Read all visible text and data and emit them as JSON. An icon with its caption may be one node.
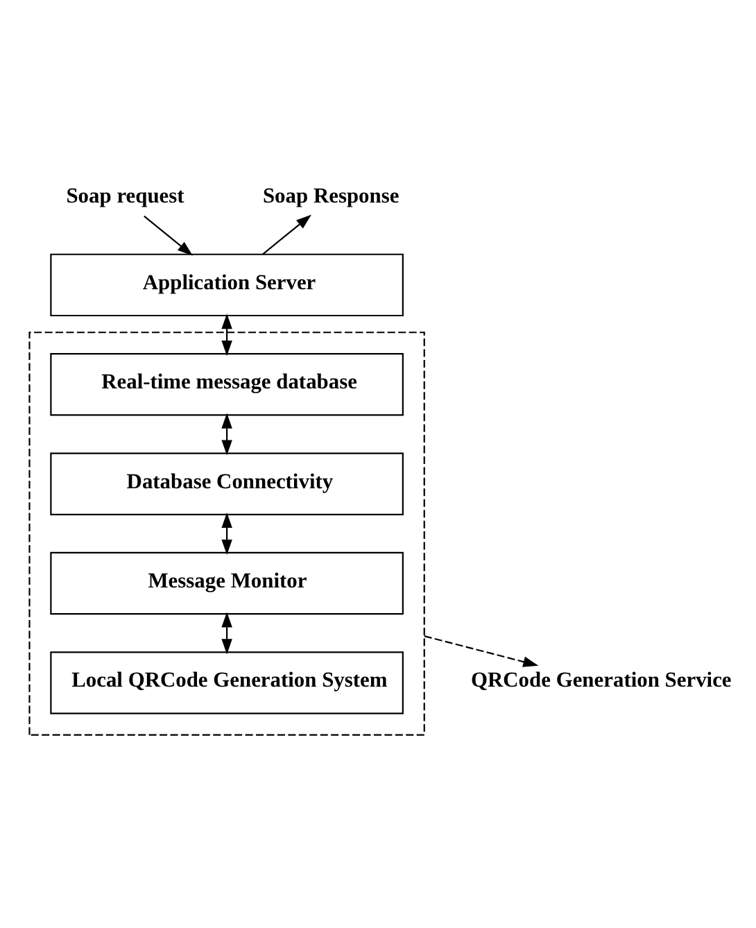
{
  "diagram": {
    "nodes": [
      {
        "text": [
          "Soap request"
        ]
      },
      {
        "text": [
          "Soap Response"
        ]
      },
      {
        "text": [
          "Application Server"
        ]
      },
      {
        "text": [],
        "shape": "box"
      },
      {
        "text": [
          "Real-time message database"
        ],
        "in": 3
      },
      {
        "text": [
          "Database Connectivity"
        ],
        "in": 3
      },
      {
        "text": [
          "Message Monitor"
        ],
        "in": 3
      },
      {
        "text": [
          "Local QRCode Generation System"
        ],
        "in": 3
      },
      {
        "text": [
          "QRCode Generation Service"
        ]
      }
    ],
    "edges": [
      {
        "from": 0,
        "to": 2,
        "arrow": "to"
      },
      {
        "from": 2,
        "to": 1,
        "arrow": "to"
      },
      {
        "from": 2,
        "to": 4,
        "arrow": "both"
      },
      {
        "from": 4,
        "to": 5,
        "arrow": "both"
      },
      {
        "from": 5,
        "to": 6,
        "arrow": "both"
      },
      {
        "from": 6,
        "to": 7,
        "arrow": "both"
      },
      {
        "from": 3,
        "to": 8,
        "arrow": "to",
        "style": "dashed"
      }
    ]
  }
}
